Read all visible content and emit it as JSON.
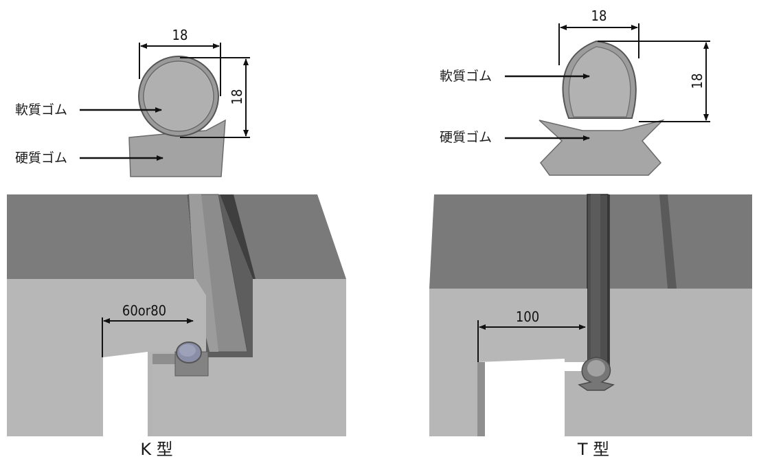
{
  "k_type": {
    "caption": "K 型",
    "soft_rubber_label": "軟質ゴム",
    "hard_rubber_label": "硬質ゴム",
    "width_dim": "18",
    "height_dim": "18",
    "offset_dim": "60or80"
  },
  "t_type": {
    "caption": "T 型",
    "soft_rubber_label": "軟質ゴム",
    "hard_rubber_label": "硬質ゴム",
    "width_dim": "18",
    "height_dim": "18",
    "offset_dim": "100"
  },
  "colors": {
    "rubber": "#a9a9a9",
    "rubber_outline": "#5c5c5c",
    "wall_top": "#7b7b7b",
    "wall_front": "#b4b4b4",
    "background": "#ffffff"
  }
}
